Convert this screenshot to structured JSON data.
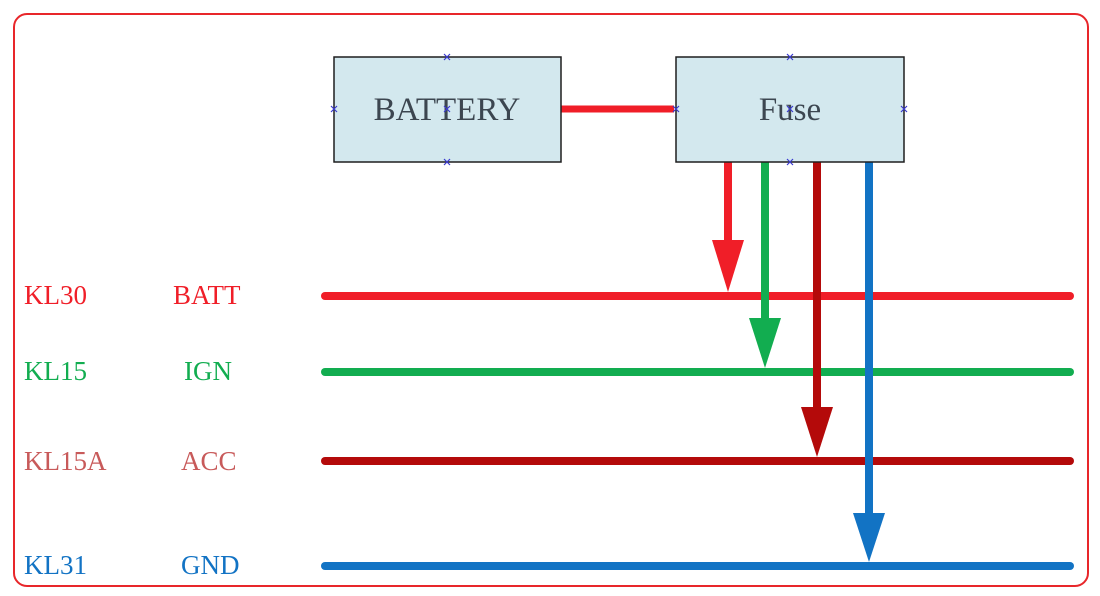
{
  "components": {
    "battery": {
      "label": "BATTERY"
    },
    "fuse": {
      "label": "Fuse"
    }
  },
  "buses": [
    {
      "id": "batt",
      "terminal": "KL30",
      "name": "BATT",
      "color": "#f01e28"
    },
    {
      "id": "ign",
      "terminal": "KL15",
      "name": "IGN",
      "color": "#12ad50"
    },
    {
      "id": "acc",
      "terminal": "KL15A",
      "name": "ACC",
      "color": "#b40a0a"
    },
    {
      "id": "gnd",
      "terminal": "KL31",
      "name": "GND",
      "color": "#1273c4"
    }
  ],
  "colors": {
    "frame": "#e8262a",
    "box_fill": "#d3e8ee",
    "box_border": "#1e1e1e",
    "connector": "#f01e28",
    "handle_marker": "#3a3ad0",
    "acc_label_text": "#c85a5a"
  }
}
